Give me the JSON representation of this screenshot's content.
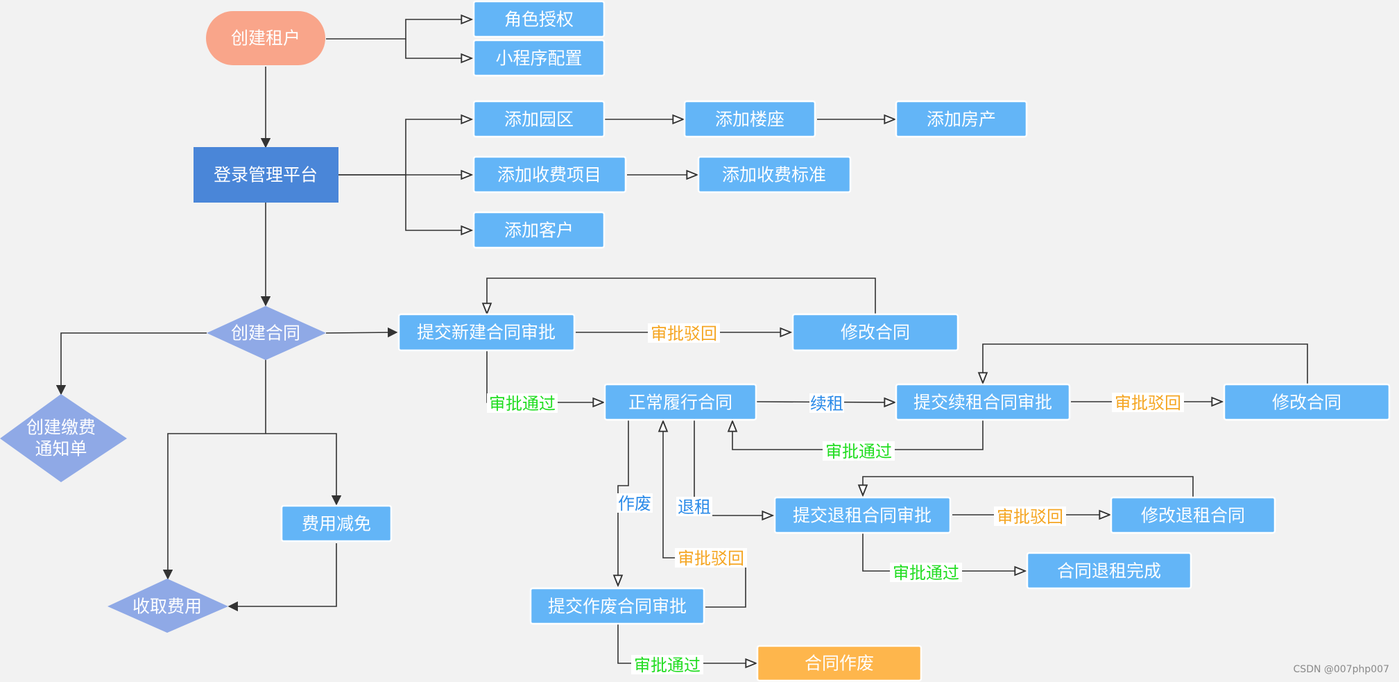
{
  "colors": {
    "background": "#f2f2f2",
    "process": "#63b5f7",
    "process_border": "#ffffff",
    "decision": "#8fa9e6",
    "start": "#f9a58a",
    "platform": "#4a86d8",
    "final": "#feb64c",
    "line": "#333333",
    "label_approve": "#22dd22",
    "label_reject": "#f5a623",
    "label_action": "#2a8ae8"
  },
  "nodes": {
    "create_tenant": "创建租户",
    "role_auth": "角色授权",
    "miniapp_config": "小程序配置",
    "login_platform": "登录管理平台",
    "add_park": "添加园区",
    "add_building": "添加楼座",
    "add_property": "添加房产",
    "add_fee_item": "添加收费项目",
    "add_fee_standard": "添加收费标准",
    "add_customer": "添加客户",
    "create_contract": "创建合同",
    "submit_new_contract": "提交新建合同审批",
    "modify_contract_1": "修改合同",
    "create_notice_line1": "创建缴费",
    "create_notice_line2": "通知单",
    "normal_contract": "正常履行合同",
    "submit_renewal": "提交续租合同审批",
    "modify_contract_2": "修改合同",
    "fee_reduction": "费用减免",
    "submit_surrender": "提交退租合同审批",
    "modify_surrender": "修改退租合同",
    "surrender_done": "合同退租完成",
    "collect_fee": "收取费用",
    "submit_void": "提交作废合同审批",
    "contract_void": "合同作废"
  },
  "labels": {
    "reject_new": "审批驳回",
    "approve_new": "审批通过",
    "renew": "续租",
    "reject_renew": "审批驳回",
    "approve_renew": "审批通过",
    "void": "作废",
    "surrender": "退租",
    "reject_surrender": "审批驳回",
    "approve_surrender": "审批通过",
    "reject_void": "审批驳回",
    "approve_void": "审批通过"
  },
  "watermark": "CSDN @007php007"
}
